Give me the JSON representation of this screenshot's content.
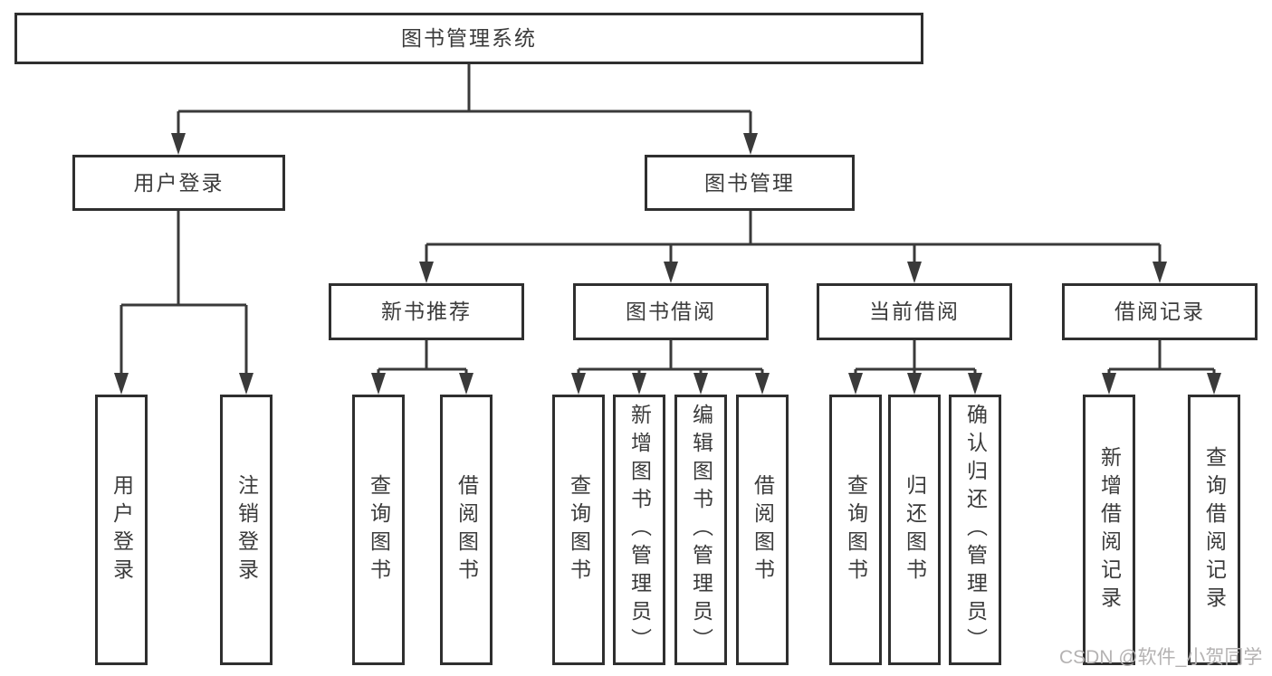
{
  "tree": {
    "label": "图书管理系统",
    "children": [
      {
        "label": "用户登录",
        "children": [
          {
            "label": "用户登录"
          },
          {
            "label": "注销登录"
          }
        ]
      },
      {
        "label": "图书管理",
        "children": [
          {
            "label": "新书推荐",
            "children": [
              {
                "label": "查询图书"
              },
              {
                "label": "借阅图书"
              }
            ]
          },
          {
            "label": "图书借阅",
            "children": [
              {
                "label": "查询图书"
              },
              {
                "label": "新增图书（管理员）"
              },
              {
                "label": "编辑图书（管理员）"
              },
              {
                "label": "借阅图书"
              }
            ]
          },
          {
            "label": "当前借阅",
            "children": [
              {
                "label": "查询图书"
              },
              {
                "label": "归还图书"
              },
              {
                "label": "确认归还（管理员）"
              }
            ]
          },
          {
            "label": "借阅记录",
            "children": [
              {
                "label": "新增借阅记录"
              },
              {
                "label": "查询借阅记录"
              }
            ]
          }
        ]
      }
    ]
  },
  "watermark": {
    "text": "CSDN @软件_小贺同学"
  },
  "colors": {
    "line": "#3a3a3a",
    "border": "#2f2f2f",
    "text": "#3b3b3b",
    "watermark": "#b4b2b2",
    "bg": "#ffffff"
  }
}
